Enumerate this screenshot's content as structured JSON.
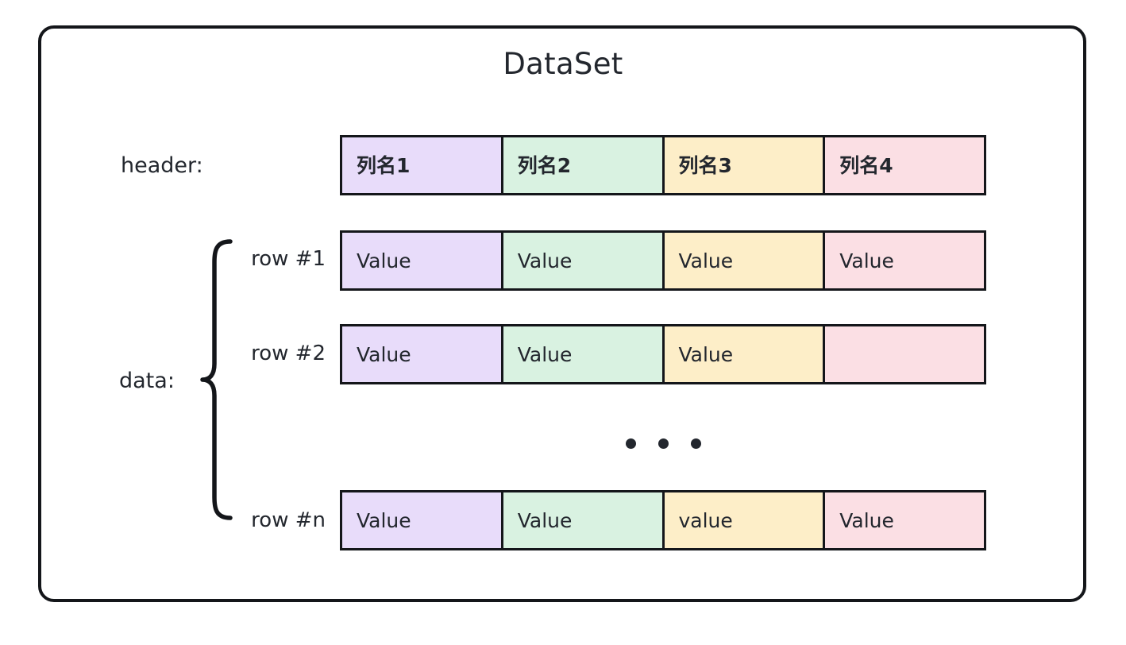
{
  "diagram": {
    "title": "DataSet",
    "labels": {
      "header": "header:",
      "data": "data:"
    },
    "row_labels": {
      "row1": "row #1",
      "row2": "row #2",
      "rown": "row #n"
    },
    "ellipsis": "• • •",
    "colors": {
      "column1": "#e8dcfa",
      "column2": "#d9f2e1",
      "column3": "#fdeec8",
      "column4": "#fbdfe4",
      "border": "#14161a",
      "text": "#23272e",
      "background": "#ffffff"
    },
    "table": {
      "header_cells": [
        "列名1",
        "列名2",
        "列名3",
        "列名4"
      ],
      "rows": [
        {
          "id": "row1",
          "cells": [
            "Value",
            "Value",
            "Value",
            "Value"
          ]
        },
        {
          "id": "row2",
          "cells": [
            "Value",
            "Value",
            "Value",
            ""
          ]
        },
        {
          "id": "rown",
          "cells": [
            "Value",
            "Value",
            "value",
            "Value"
          ]
        }
      ]
    }
  }
}
